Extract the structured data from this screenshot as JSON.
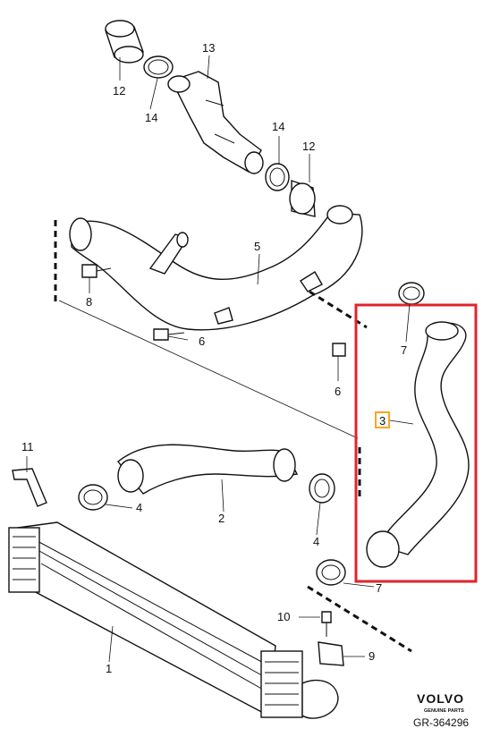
{
  "callouts": {
    "c1": "1",
    "c2": "2",
    "c3": "3",
    "c4a": "4",
    "c4b": "4",
    "c5": "5",
    "c6a": "6",
    "c6b": "6",
    "c7a": "7",
    "c7b": "7",
    "c8": "8",
    "c9": "9",
    "c10": "10",
    "c11": "11",
    "c12a": "12",
    "c12b": "12",
    "c13": "13",
    "c14a": "14",
    "c14b": "14"
  },
  "brand": {
    "logo": "VOLVO",
    "subtitle": "GENUINE PARTS",
    "reference": "GR-364296"
  },
  "colors": {
    "highlight": "#e0242c",
    "callout_box": "#f5a623",
    "line": "#111111"
  }
}
